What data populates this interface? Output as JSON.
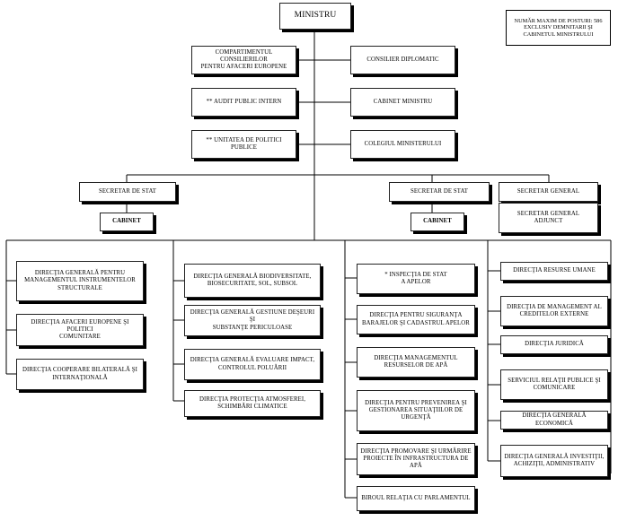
{
  "header_note": "NUMĂR MAXIM DE POSTURI: 586\nEXCLUSIV DEMNITARII ŞI\nCABINETUL MINISTRULUI",
  "top": {
    "minister": "MINISTRU",
    "advisory_left": [
      "COMPARTIMENTUL CONSILIERILOR\nPENTRU AFACERI EUROPENE",
      "** AUDIT PUBLIC INTERN",
      "**  UNITATEA DE POLITICI\nPUBLICE"
    ],
    "advisory_right": [
      "CONSILIER DIPLOMATIC",
      "CABINET MINISTRU",
      "COLEGIUL MINISTERULUI"
    ]
  },
  "secretaries": [
    {
      "title": "SECRETAR DE STAT",
      "sub": "CABINET"
    },
    {
      "title": "SECRETAR DE STAT",
      "sub": "CABINET"
    },
    {
      "title": "SECRETAR GENERAL",
      "sub": "SECRETAR GENERAL\nADJUNCT"
    }
  ],
  "columns": [
    {
      "items": [
        "DIRECŢIA GENERALĂ PENTRU\nMANAGEMENTUL INSTRUMENTELOR\nSTRUCTURALE",
        "DIRECŢIA AFACERI EUROPENE ŞI POLITICI\nCOMUNITARE",
        "DIRECŢIA COOPERARE BILATERALĂ ŞI\nINTERNAŢIONALĂ"
      ]
    },
    {
      "items": [
        "DIRECŢIA GENERALĂ BIODIVERSITATE,\nBIOSECURITATE, SOL, SUBSOL",
        "DIRECŢIA GENERALĂ GESTIUNE  DEŞEURI ŞI\nSUBSTANŢE PERICULOASE",
        "DIRECŢIA GENERALĂ EVALUARE IMPACT,\nCONTROLUL POLUĂRII",
        "DIRECŢIA PROTECŢIA ATMOSFEREI,\nSCHIMBĂRI CLIMATICE"
      ]
    },
    {
      "items": [
        "* INSPECŢIA DE STAT\nA APELOR",
        "DIRECŢIA PENTRU SIGURANŢA\nBARAJELOR ŞI CADASTRUL APELOR",
        "DIRECŢIA MANAGEMENTUL\nRESURSELOR DE APĂ",
        "DIRECŢIA PENTRU PREVENIREA ŞI\nGESTIONAREA SITUAŢIILOR DE\nURGENŢĂ",
        "DIRECŢIA PROMOVARE ŞI URMĂRIRE\nPROIECTE ÎN INFRASTRUCTURA DE APĂ",
        "BIROUL RELAŢIA CU PARLAMENTUL"
      ]
    },
    {
      "items": [
        "DIRECŢIA RESURSE UMANE",
        "DIRECŢIA DE MANAGEMENT AL\nCREDITELOR EXTERNE",
        "DIRECŢIA JURIDICĂ",
        "SERVICIUL  RELAŢII PUBLICE ŞI\nCOMUNICARE",
        "DIRECŢIA  GENERALĂ ECONOMICĂ",
        "DIRECŢIA GENERALĂ INVESTIŢII,\nACHIZIŢII, ADMINISTRATIV"
      ]
    }
  ]
}
